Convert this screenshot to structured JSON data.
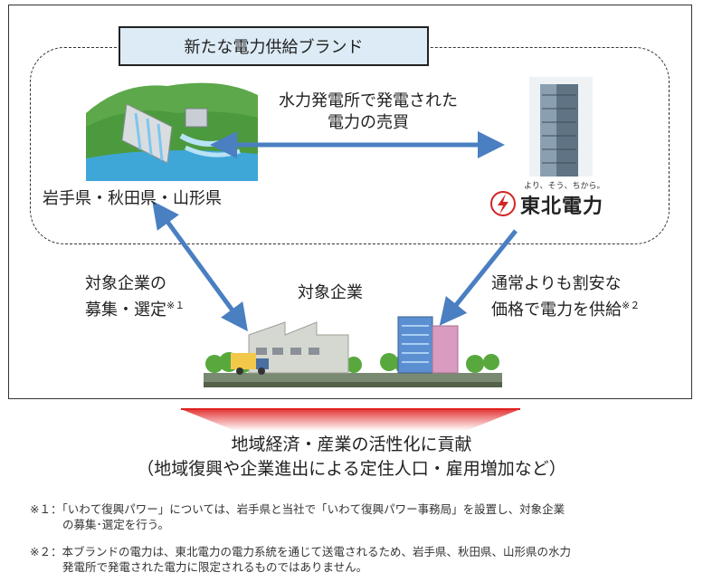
{
  "brand": {
    "label": "新たな電力供給ブランド"
  },
  "trade": {
    "line1": "水力発電所で発電された",
    "line2": "電力の売買"
  },
  "region": {
    "label": "岩手県・秋田県・山形県"
  },
  "company": {
    "tagline": "より、そう、ちから。",
    "name": "東北電力"
  },
  "recruit": {
    "line1": "対象企業の",
    "line2": "募集・選定",
    "mark": "※１"
  },
  "target": {
    "label": "対象企業"
  },
  "supply": {
    "line1": "通常よりも割安な",
    "line2": "価格で電力を供給",
    "mark": "※２"
  },
  "outcome": {
    "line1": "地域経済・産業の活性化に貢献",
    "line2": "（地域復興や企業進出による定住人口・雇用増加など）"
  },
  "notes": [
    {
      "mark": "※１：",
      "line1": "「いわて復興パワー」については、岩手県と当社で「いわて復興パワー事務局」を設置し、対象企業",
      "line2": "の募集･選定を行う。"
    },
    {
      "mark": "※２：",
      "line1": "本ブランドの電力は、東北電力の電力系統を通じて送電されるため、岩手県、秋田県、山形県の水力",
      "line2": "発電所で発電された電力に限定されるものではありません。"
    }
  ],
  "colors": {
    "arrow": "#4a7fc1",
    "brandbox": "#dcebf5",
    "banner_from": "#ffffff",
    "banner_to": "#e02020",
    "logo_red": "#d42424"
  }
}
